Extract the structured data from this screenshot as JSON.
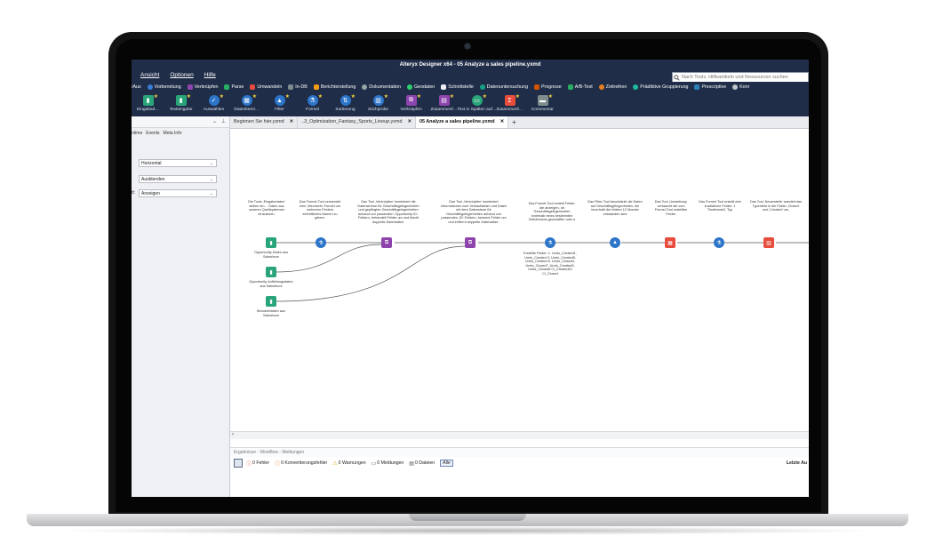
{
  "app": {
    "window_title": "Alteryx Designer x64 - 05 Analyze a sales pipeline.yxmd"
  },
  "menu": [
    "Ansicht",
    "Optionen",
    "Hilfe"
  ],
  "search": {
    "placeholder": "Nach Tools, Hilfeartikeln und Ressourcen suchen"
  },
  "categories": [
    {
      "label": "/Aus",
      "color": ""
    },
    {
      "label": "Vorbereitung",
      "color": "#3b7dd8"
    },
    {
      "label": "Verknüpfen",
      "color": "#8e44ad"
    },
    {
      "label": "Parse",
      "color": "#27ae60"
    },
    {
      "label": "Umwandeln",
      "color": "#e74c3c"
    },
    {
      "label": "In-DB",
      "color": "#7f8c8d"
    },
    {
      "label": "Berichterstellung",
      "color": "#f39c12"
    },
    {
      "label": "Dokumentation",
      "color": "#95a5a6"
    },
    {
      "label": "Geodaten",
      "color": "#2ecc71"
    },
    {
      "label": "Schnittstelle",
      "color": "#ecf0f1"
    },
    {
      "label": "Datenuntersuchung",
      "color": "#16a085"
    },
    {
      "label": "Prognose",
      "color": "#d35400"
    },
    {
      "label": "A/B-Test",
      "color": "#27ae60"
    },
    {
      "label": "Zeitreihen",
      "color": "#e67e22"
    },
    {
      "label": "Prädiktive Gruppierung",
      "color": "#1abc9c"
    },
    {
      "label": "Prescriptive",
      "color": "#2980b9"
    },
    {
      "label": "Konr",
      "color": "#bdc3c7"
    }
  ],
  "tools": [
    {
      "label": "Eingabed…",
      "color": "#2aa57a",
      "icon": "book-icon"
    },
    {
      "label": "Texteingabe",
      "color": "#2aa57a",
      "icon": "book-icon"
    },
    {
      "label": "Auswählen",
      "color": "#2d75c9",
      "icon": "check-icon"
    },
    {
      "label": "Datenberei…",
      "color": "#2d75c9",
      "icon": "grid-icon"
    },
    {
      "label": "Filter",
      "color": "#2d75c9",
      "icon": "filter-icon"
    },
    {
      "label": "Formel",
      "color": "#2d75c9",
      "icon": "flask-icon"
    },
    {
      "label": "Sortierung",
      "color": "#2d75c9",
      "icon": "sort-icon"
    },
    {
      "label": "Stichprobe",
      "color": "#2d75c9",
      "icon": "sample-icon"
    },
    {
      "label": "Verknüpfen",
      "color": "#8e44ad",
      "icon": "join-icon"
    },
    {
      "label": "Zusammenf…",
      "color": "#8e44ad",
      "icon": "union-icon"
    },
    {
      "label": "Text in Spalten auf…",
      "color": "#2aa57a",
      "icon": "text-to-columns-icon"
    },
    {
      "label": "Zusammenf…",
      "color": "#e74c3c",
      "icon": "summarize-icon"
    },
    {
      "label": "Kommentar",
      "color": "#7f8c8d",
      "icon": "comment-icon"
    }
  ],
  "left_panel": {
    "tabs": [
      "ntime",
      "Events",
      "Meta Info"
    ],
    "selects": [
      {
        "label": "",
        "value": "Horizontal"
      },
      {
        "label": "",
        "value": "Ausblenden"
      },
      {
        "label": "tt:",
        "value": "Anzeigen"
      }
    ]
  },
  "file_tabs": [
    {
      "label": "Beginnen Sie hier.yxmd",
      "active": false,
      "closable": true
    },
    {
      "label": "..3_Optimization_Fantasy_Sports_Lineup.yxmd",
      "active": false,
      "closable": true
    },
    {
      "label": "05 Analyze a sales pipeline.yxmd",
      "active": true,
      "closable": true
    },
    {
      "label": "+",
      "active": false,
      "closable": false
    }
  ],
  "annotations": [
    "Die Tools ‚Eingabedaten‘ stellen ein… Daten aus unseren Quellsystemen einzulesen.",
    "Das Formel-Tool verwendet eine ‚Wechseln'-Formel um mehreren Feldern einheitliches Namen zu geben.",
    "Das Tool ‚Verknüpfen‘ kombiniert die Datenströme für Geschäftsgelegenheiten und gepflegten Geschäftsgelegenheiten anhand von passenden ‚Opportunity ID‘-Feldern, behandelt Felder um und löscht doppelte Datensätze.",
    "Das Tool ‚Verknüpfen‘ kombiniert Informationen zum Verkaufsteam und Daten mit dem Datenstrom für Geschäftsgelegenheiten anhand von passenden ‚ID‘-Feldern, benennt Felder um und entfernt doppelte Datensätze.",
    "Das Formel-Tool erstellt Felder, die anzeigen, ob Geschäftsgelegenheiten innerhalb eines bestimmten Zeitrahmens geschaffen oder a",
    "Das Filter-Tool beschränkt die Daten auf Geschäftsgelegenheiten, die innerhalb der letzten 12 Monate entstanden sind",
    "Das Tool ‚Umstellung‘ verbaucht die vom Formel-Tool erstellten Felder.",
    "Das Formel-Tool erstellt drei zusätzliche Felder: 1 Timeframe2, Typ",
    "Das Tool ‚Neuerstelle‘ wandelt das Typenfeld in die Felder ‚Closed‘ und ‚Created‘ um."
  ],
  "node_labels": {
    "input1": "Opportunity-Daten aus Salesforce",
    "input2": "Opportunity-Aufteilungsdaten aus Salesforce",
    "input3": "Benutzerdaten aus Salesforce",
    "formula2": "Erstellte Felder: 1. Umto_Created1, Umto_Created 3, Umto_Created5, Umto_Created 8, Umto_Closed4, Umto_Closed7, Umto_Created9, Umto_Closed8 Cl_Created10 Cl_Closed"
  },
  "results": {
    "header": "Ergebnisse - Workflow - Meldungen",
    "items": [
      {
        "label": "0 Fehler",
        "icon": "error-icon",
        "color": "#e74c3c"
      },
      {
        "label": "0 Konvertierungsfehler",
        "icon": "conversion-error-icon",
        "color": "#e67e22"
      },
      {
        "label": "0 Warnungen",
        "icon": "warning-icon",
        "color": "#f1c40f"
      },
      {
        "label": "0 Meldungen",
        "icon": "message-icon",
        "color": "#555555"
      },
      {
        "label": "0 Dateien",
        "icon": "file-icon",
        "color": "#555555"
      }
    ],
    "alle": "Alle",
    "letzte": "Letzte Au"
  }
}
